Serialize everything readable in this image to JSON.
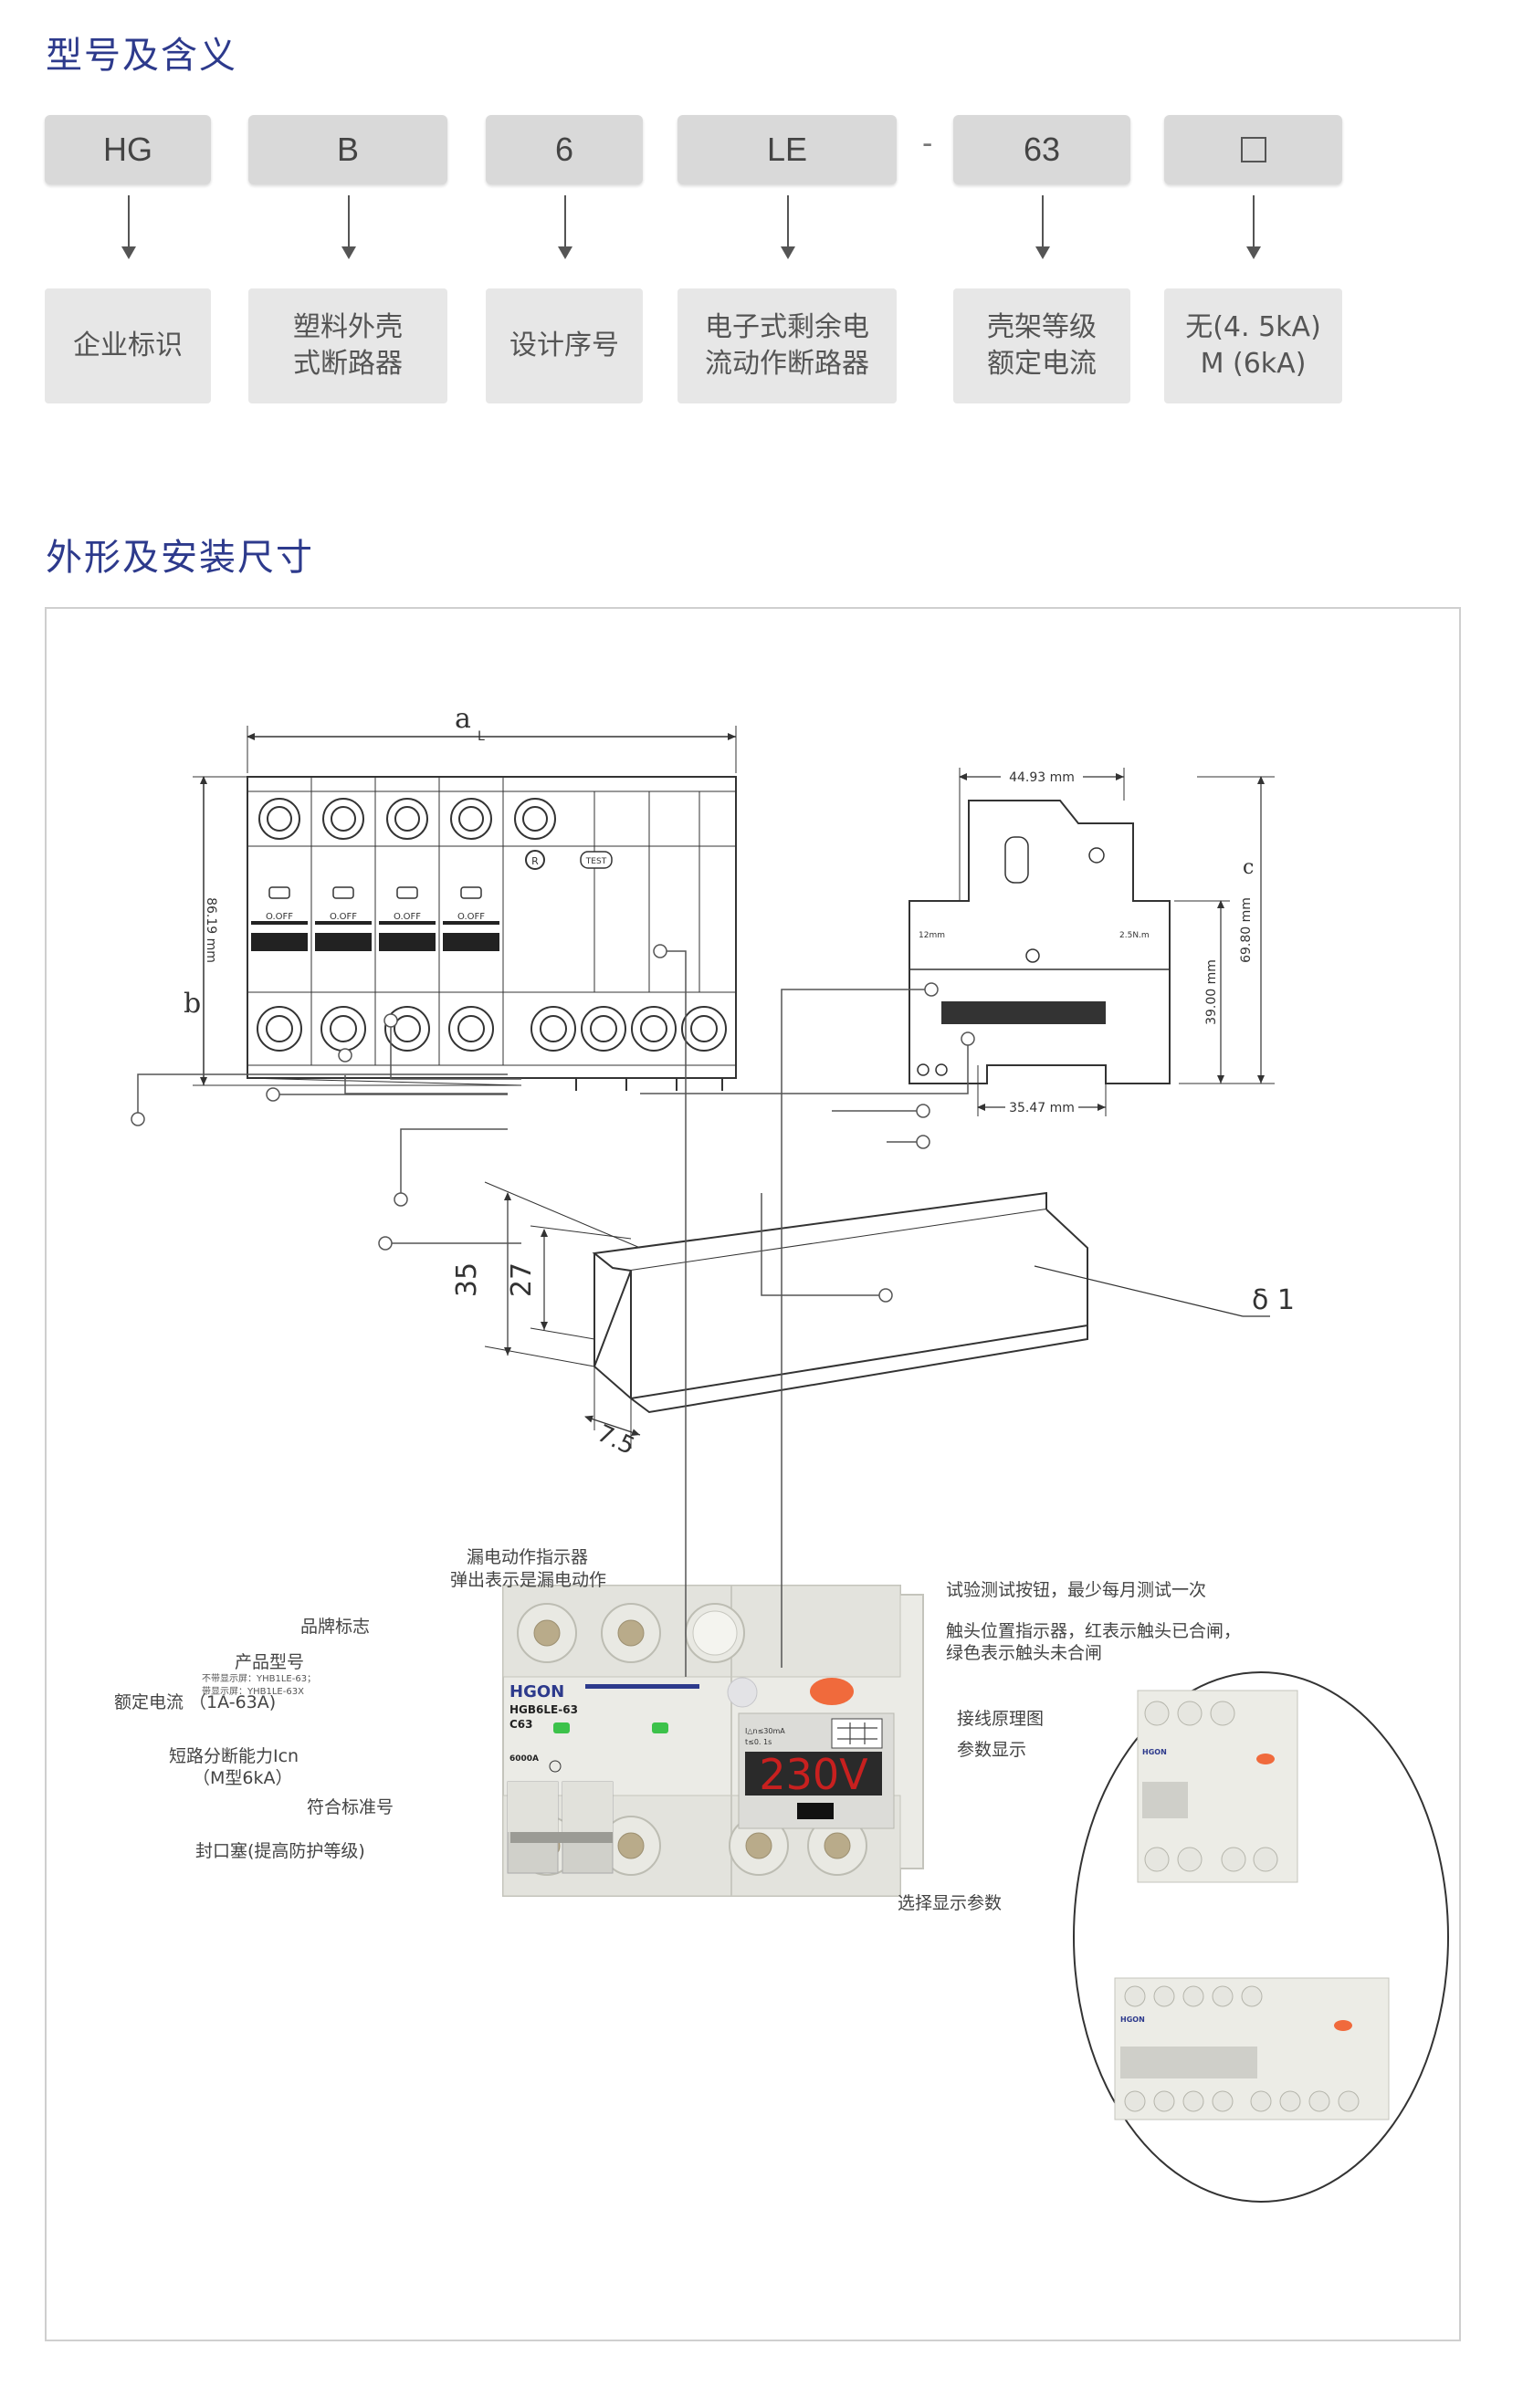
{
  "sections": {
    "model_title": "型号及含义",
    "dimensions_title": "外形及安装尺寸"
  },
  "model_codes": [
    "HG",
    "B",
    "6",
    "LE",
    "63",
    ""
  ],
  "separator": "-",
  "model_meanings": [
    "企业标识",
    "塑料外壳\n式断路器",
    "设计序号",
    "电子式剩余电\n流动作断路器",
    "壳架等级\n额定电流",
    "无(4. 5kA)\nM (6kA)"
  ],
  "front_drawing": {
    "label_a": "a",
    "label_L": "L",
    "label_b": "b",
    "height_mm": "86.19 mm",
    "off_label": "O.OFF",
    "test_label": "TEST",
    "r_label": "R"
  },
  "side_drawing": {
    "top_width": "44.93 mm",
    "label_c": "c",
    "total_height": "69.80 mm",
    "body_height": "39.00 mm",
    "bottom_width": "35.47 mm",
    "left_mark": "12mm",
    "right_mark": "2.5N.m"
  },
  "rail_drawing": {
    "dim_35": "35",
    "dim_27": "27",
    "dim_7_5": "7.5",
    "thickness": "δ 1"
  },
  "product_callouts": {
    "leak_indicator_1": "漏电动作指示器",
    "leak_indicator_2": "弹出表示是漏电动作",
    "test_button": "试验测试按钮，最少每月测试一次",
    "brand_logo": "品牌标志",
    "contact_indicator_1": "触头位置指示器，红表示触头已合闸，",
    "contact_indicator_2": "绿色表示触头未合闸",
    "product_model": "产品型号",
    "product_model_note_1": "不带显示屏：YHB1LE-63；",
    "product_model_note_2": "带显示屏：YHB1LE-63X",
    "rated_current": "额定电流 （1A-63A)",
    "wiring_diagram": "接线原理图",
    "param_display": "参数显示",
    "breaking_capacity_1": "短路分断能力Icn",
    "breaking_capacity_2": "（M型6kA）",
    "standard": "符合标准号",
    "seal_plug": "封口塞(提高防护等级)",
    "select_param": "选择显示参数"
  },
  "device_face": {
    "brand": "HGON",
    "model": "HGB6LE-63",
    "rating": "C63",
    "display_value": "230V",
    "breaking": "6000A",
    "trip_text": "I△n≤30mA",
    "trip_time": "t≤0. 1s"
  },
  "colors": {
    "title_blue": "#2d3a8c",
    "display_red": "#c8201f",
    "test_button_orange": "#f06a3c",
    "indicator_green": "#3cc24a"
  }
}
